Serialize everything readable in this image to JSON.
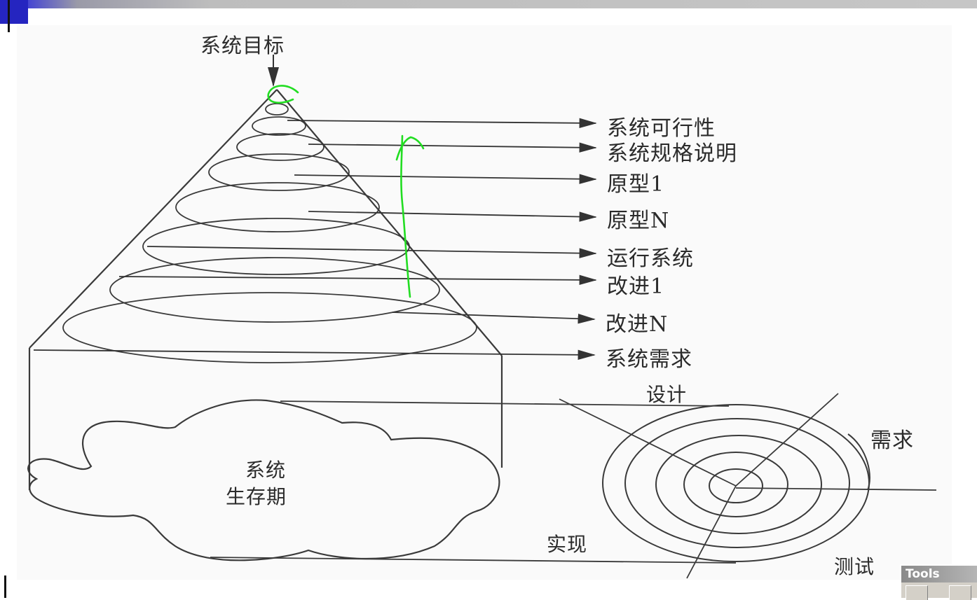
{
  "diagram": {
    "goal_label": "系统目标",
    "stage_labels": [
      "系统可行性",
      "系统规格说明",
      "原型1",
      "原型N",
      "运行系统",
      "改进1",
      "改进N",
      "系统需求"
    ],
    "cloud_label_line1": "系统",
    "cloud_label_line2": "生存期",
    "spiral_labels": {
      "design": "设计",
      "requirements": "需求",
      "implementation": "实现",
      "testing": "测试"
    }
  },
  "toolbar": {
    "title": "Tools"
  },
  "colors": {
    "line": "#3a3a3a",
    "annotation": "#22dd22",
    "title_bar_accent": "#2a2ac8"
  }
}
